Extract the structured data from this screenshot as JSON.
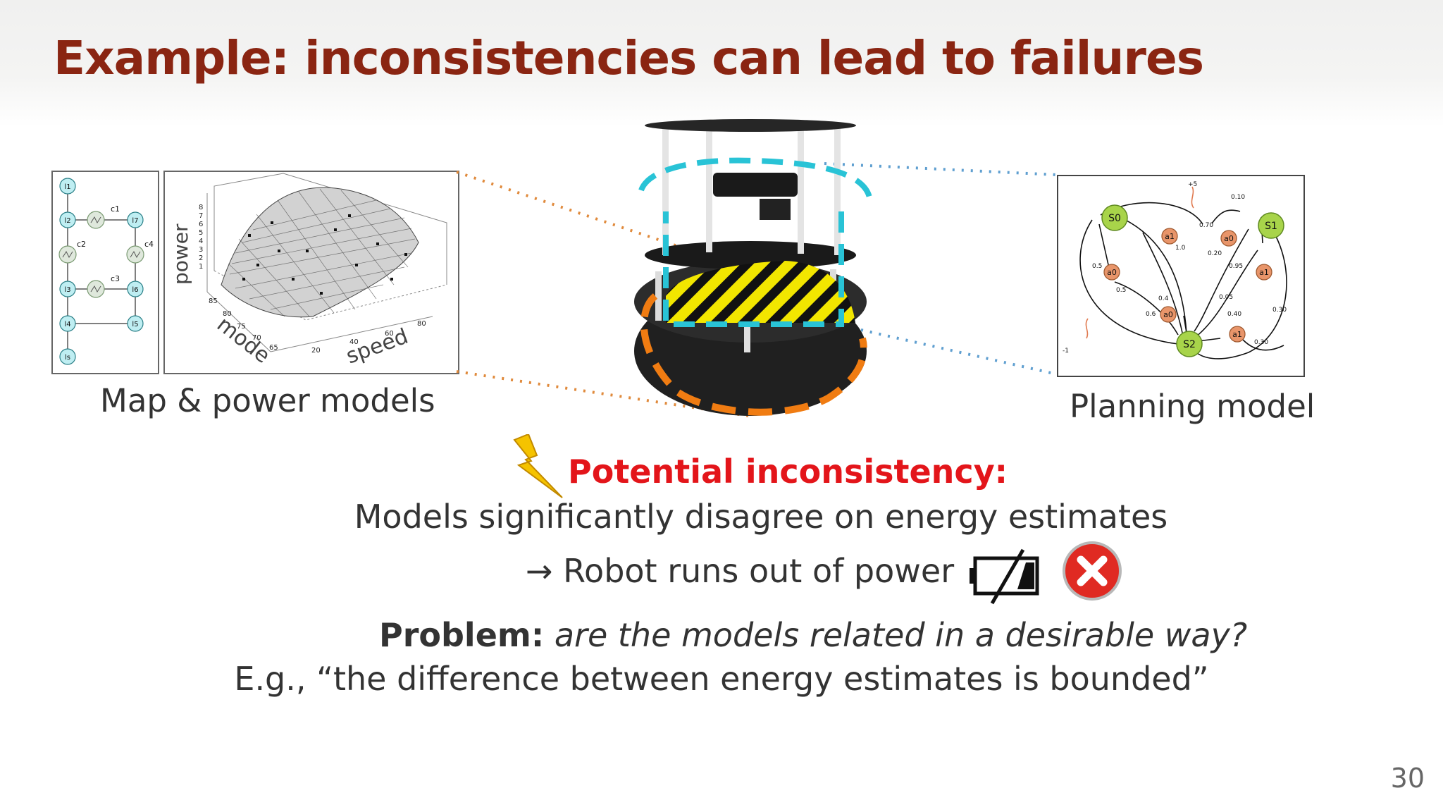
{
  "slide": {
    "title": "Example: inconsistencies can lead to failures",
    "page_number": "30"
  },
  "left_figure": {
    "caption": "Map & power models",
    "map_nodes": [
      "l1",
      "l2",
      "l7",
      "l3",
      "l6",
      "l4",
      "l5",
      "ls"
    ],
    "map_edge_labels": [
      "c1",
      "c2",
      "c3",
      "c4"
    ],
    "plot_axes": {
      "z": "power",
      "x": "mode",
      "y": "speed"
    },
    "mode_ticks": [
      "85",
      "80",
      "75",
      "70",
      "65"
    ],
    "speed_ticks": [
      "20",
      "40",
      "60",
      "80"
    ],
    "power_ticks": [
      "1",
      "2",
      "3",
      "4",
      "5",
      "6",
      "7",
      "8"
    ]
  },
  "right_figure": {
    "caption": "Planning model",
    "states": [
      "S0",
      "S1",
      "S2"
    ],
    "actions": [
      "a1",
      "a0",
      "a0",
      "a1",
      "a0",
      "a1"
    ],
    "probabilities": [
      "0.10",
      "0.70",
      "1.0",
      "0.20",
      "0.95",
      "0.5",
      "0.5",
      "0.05",
      "0.4",
      "0.6",
      "0.40",
      "0.30",
      "0.30"
    ],
    "rewards": [
      "+5",
      "-1"
    ]
  },
  "message": {
    "heading": "Potential inconsistency:",
    "line1": "Models significantly disagree on energy estimates",
    "line2": "→ Robot runs out of power",
    "problem_label": "Problem:",
    "problem_question": "are the models related in a desirable way?",
    "example": "E.g., “the difference between energy estimates is bounded”"
  },
  "icons": [
    "lightning-icon",
    "empty-battery-icon",
    "error-icon"
  ],
  "colors": {
    "title": "#8a2512",
    "heading": "#e3151a",
    "body_text": "#333333",
    "cyan_dash": "#29c3d6",
    "orange_dash": "#f07c12",
    "hazard_yellow": "#f2e600",
    "state_node": "#a8d44a",
    "action_node": "#e8956a",
    "map_node": "#bfeef2"
  }
}
